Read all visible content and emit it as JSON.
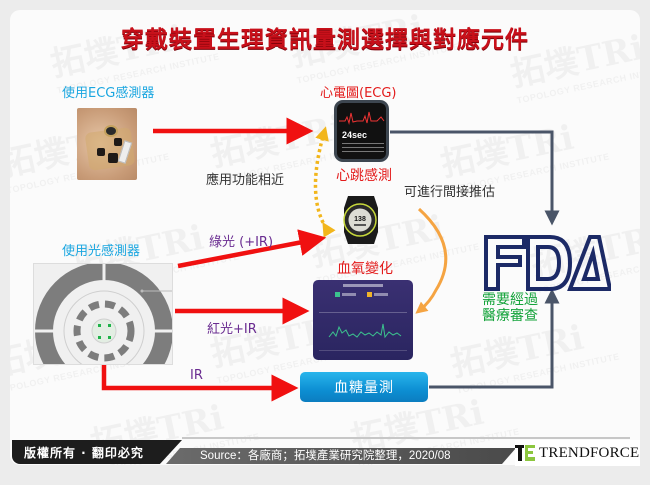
{
  "title": "穿戴裝置生理資訊量測選擇與對應元件",
  "sources": {
    "ecg_sensor": {
      "label": "使用ECG感測器",
      "image_icon": "ecg-patch-photo"
    },
    "optical_sensor": {
      "label": "使用光感測器",
      "image_icon": "optical-sensor-diagram"
    }
  },
  "measurements": {
    "ecg": {
      "label": "心電圖(ECG)",
      "image_icon": "smartwatch-ecg",
      "watch_text": "24sec"
    },
    "heart_rate": {
      "label": "心跳感測",
      "image_icon": "sport-watch",
      "watch_text": "138"
    },
    "spo2": {
      "label": "血氧變化",
      "image_icon": "spo2-chart"
    },
    "glucose": {
      "label": "血糖量測"
    }
  },
  "arrows": {
    "green_light": "綠光 (+IR)",
    "red_light": "紅光+IR",
    "ir": "IR"
  },
  "annotations": {
    "similar_function": "應用功能相近",
    "indirect_estimate": "可進行間接推估",
    "fda_review": [
      "需要經過",
      "醫療審查"
    ]
  },
  "fda_logo": "FDA",
  "footer": {
    "copyright": "版權所有 · 翻印必究",
    "source": "Source：各廠商；拓墣產業研究院整理，2020/08",
    "brand": "TRENDFORCE"
  },
  "colors": {
    "title_red": "#c8101a",
    "label_blue": "#1aa6e0",
    "label_red": "#e31b1b",
    "label_purple": "#6a2c91",
    "label_green": "#14a33a",
    "arrow_red": "#f01010",
    "arrow_orange": "#f5a442",
    "arrow_dotted_yellow": "#f2b61c",
    "connector_slate": "#4a5568",
    "fda_navy": "#1c2a66",
    "glucose_blue": "#0d8fd3"
  }
}
